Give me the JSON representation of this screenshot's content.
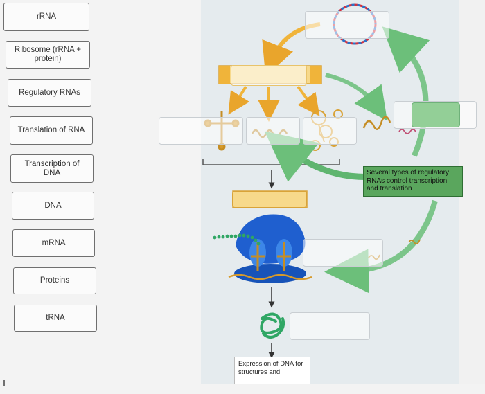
{
  "word_bank": [
    {
      "label": "rRNA"
    },
    {
      "label": "Ribosome (rRNA + protein)"
    },
    {
      "label": "Regulatory RNAs"
    },
    {
      "label": "Translation of RNA"
    },
    {
      "label": "Transcription of DNA"
    },
    {
      "label": "DNA"
    },
    {
      "label": "mRNA"
    },
    {
      "label": "Proteins"
    },
    {
      "label": "tRNA"
    }
  ],
  "diagram": {
    "regulatory_note": "Several types of regulatory RNAs control transcription and translation",
    "expression_note": "Expression of DNA for structures and",
    "colors": {
      "accent_green": "#5aa65d",
      "arrow_orange": "#f0b43a",
      "ribosome_blue": "#1f5fcf",
      "gene_bar": "#f7d98b"
    }
  }
}
